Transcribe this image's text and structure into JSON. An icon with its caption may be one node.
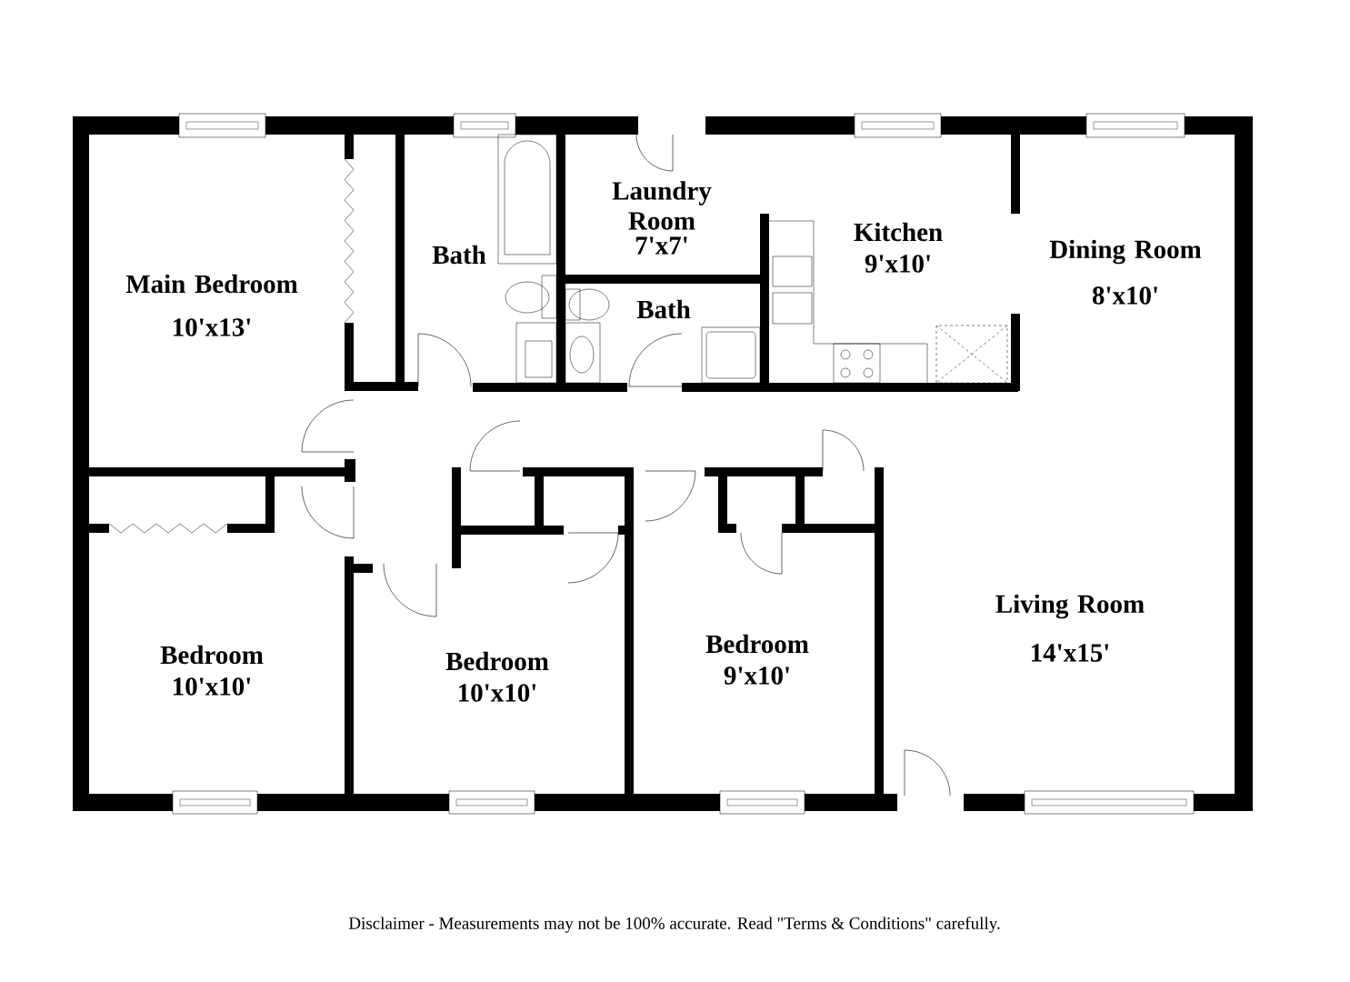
{
  "diagram": {
    "caption": "Disclaimer - Measurements may not be 100% accurate. Read \"Terms & Conditions\" carefully.",
    "labels": [
      "Main Bedroom",
      "10'x13'",
      "Bath",
      "Laundry Room",
      "7'x7'",
      "Kitchen",
      "9'x10'",
      "Dining Room",
      "8'x10'",
      "Bath",
      "Living Room",
      "14'x15'",
      "Bedroom",
      "10'x10'",
      "Bedroom",
      "10'x10'",
      "Bedroom",
      "9'x10'"
    ]
  }
}
